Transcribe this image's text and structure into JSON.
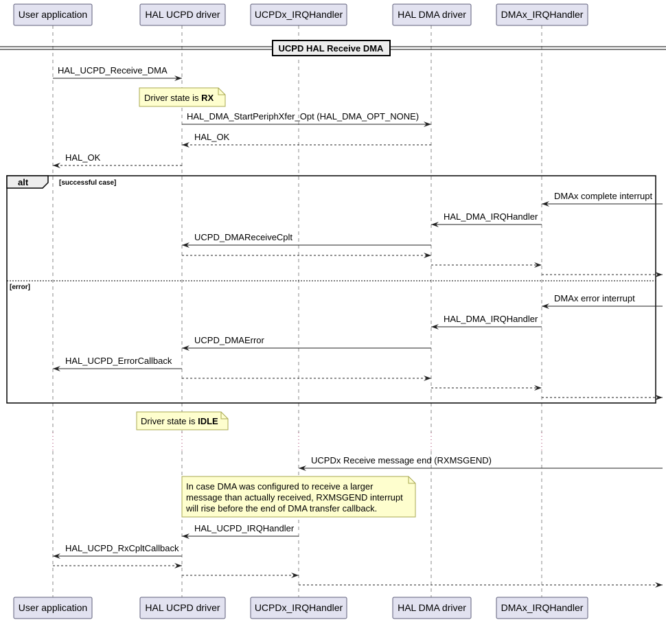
{
  "participants": [
    {
      "id": "ua",
      "label": "User application"
    },
    {
      "id": "hal",
      "label": "HAL UCPD driver"
    },
    {
      "id": "irq",
      "label": "UCPDx_IRQHandler"
    },
    {
      "id": "dma",
      "label": "HAL DMA driver"
    },
    {
      "id": "dmairq",
      "label": "DMAx_IRQHandler"
    }
  ],
  "divider": {
    "label": "UCPD HAL Receive DMA"
  },
  "notes": {
    "rx": {
      "prefix": "Driver state is ",
      "bold": "RX"
    },
    "idle": {
      "prefix": "Driver state is ",
      "bold": "IDLE"
    },
    "dma_note": {
      "lines": [
        "In case DMA was configured to receive a larger",
        "message than actually received, RXMSGEND interrupt",
        "will rise before the end of DMA transfer callback."
      ]
    }
  },
  "alt": {
    "keyword": "alt",
    "guard1": "[successful case]",
    "guard2": "[error]"
  },
  "messages": [
    {
      "from": "ua",
      "to": "hal",
      "label": "HAL_UCPD_Receive_DMA",
      "style": "solid"
    },
    {
      "from": "hal",
      "to": "dma",
      "label": "HAL_DMA_StartPeriphXfer_Opt (HAL_DMA_OPT_NONE)",
      "style": "solid"
    },
    {
      "from": "dma",
      "to": "hal",
      "label": "HAL_OK",
      "style": "dashed"
    },
    {
      "from": "hal",
      "to": "ua",
      "label": "HAL_OK",
      "style": "dashed"
    },
    {
      "from": "ext",
      "to": "dmairq",
      "label": "DMAx complete interrupt",
      "style": "solid"
    },
    {
      "from": "dmairq",
      "to": "dma",
      "label": "HAL_DMA_IRQHandler",
      "style": "solid"
    },
    {
      "from": "dma",
      "to": "hal",
      "label": "UCPD_DMAReceiveCplt",
      "style": "solid"
    },
    {
      "from": "hal",
      "to": "dma",
      "label": "",
      "style": "dashed"
    },
    {
      "from": "dma",
      "to": "dmairq",
      "label": "",
      "style": "dashed"
    },
    {
      "from": "dmairq",
      "to": "ext",
      "label": "",
      "style": "dashed"
    },
    {
      "from": "ext",
      "to": "dmairq",
      "label": "DMAx error interrupt",
      "style": "solid"
    },
    {
      "from": "dmairq",
      "to": "dma",
      "label": "HAL_DMA_IRQHandler",
      "style": "solid"
    },
    {
      "from": "dma",
      "to": "hal",
      "label": "UCPD_DMAError",
      "style": "solid"
    },
    {
      "from": "hal",
      "to": "ua",
      "label": "HAL_UCPD_ErrorCallback",
      "style": "solid"
    },
    {
      "from": "hal",
      "to": "dma",
      "label": "",
      "style": "dashed"
    },
    {
      "from": "dma",
      "to": "dmairq",
      "label": "",
      "style": "dashed"
    },
    {
      "from": "dmairq",
      "to": "ext",
      "label": "",
      "style": "dashed"
    },
    {
      "from": "ext",
      "to": "irq",
      "label": "UCPDx Receive message end (RXMSGEND)",
      "style": "solid"
    },
    {
      "from": "irq",
      "to": "hal",
      "label": "HAL_UCPD_IRQHandler",
      "style": "solid"
    },
    {
      "from": "hal",
      "to": "ua",
      "label": "HAL_UCPD_RxCpltCallback",
      "style": "solid"
    },
    {
      "from": "ua",
      "to": "hal",
      "label": "",
      "style": "dashed"
    },
    {
      "from": "hal",
      "to": "irq",
      "label": "",
      "style": "dashed"
    },
    {
      "from": "irq",
      "to": "ext",
      "label": "",
      "style": "dashed"
    }
  ]
}
